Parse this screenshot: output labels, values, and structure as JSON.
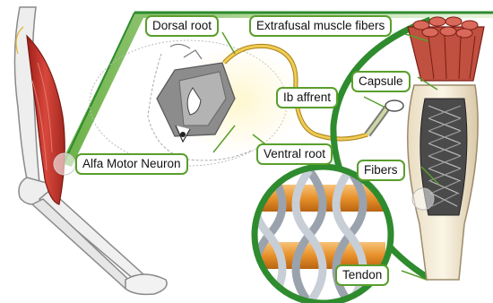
{
  "labels": {
    "dorsal_root": "Dorsal root",
    "extrafusal": "Extrafusal muscle fibers",
    "capsule": "Capsule",
    "ib_afferent": "Ib affrent",
    "alfa_motor_neuron": "Alfa Motor Neuron",
    "ventral_root": "Ventral root",
    "fibers": "Fibers",
    "tendon": "Tendon"
  },
  "colors": {
    "label_border": "#5a9e2c",
    "frame_green": "#2e8b2e",
    "muscle_red": "#c8372d",
    "nerve_yellow": "#e2b431",
    "collagen_orange": "#e8902a"
  }
}
